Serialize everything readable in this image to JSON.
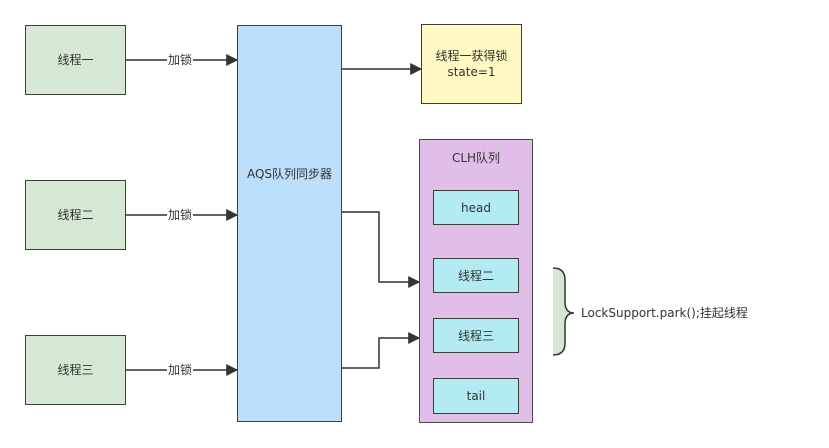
{
  "threads": [
    {
      "label": "线程一",
      "edge_label": "加锁"
    },
    {
      "label": "线程二",
      "edge_label": "加锁"
    },
    {
      "label": "线程三",
      "edge_label": "加锁"
    }
  ],
  "aqs": {
    "label": "AQS队列同步器"
  },
  "acquired": {
    "line1": "线程一获得锁",
    "line2": "state=1"
  },
  "clh": {
    "title": "CLH队列",
    "nodes": [
      "head",
      "线程二",
      "线程三",
      "tail"
    ]
  },
  "annotation": "LockSupport.park();挂起线程",
  "colors": {
    "thread_fill": "#d5e8d4",
    "aqs_fill": "#bbdefb",
    "lock_fill": "#fff9c4",
    "clh_fill": "#e1bee7",
    "node_fill": "#b2ebf2",
    "brace": "#d5e8d4"
  }
}
